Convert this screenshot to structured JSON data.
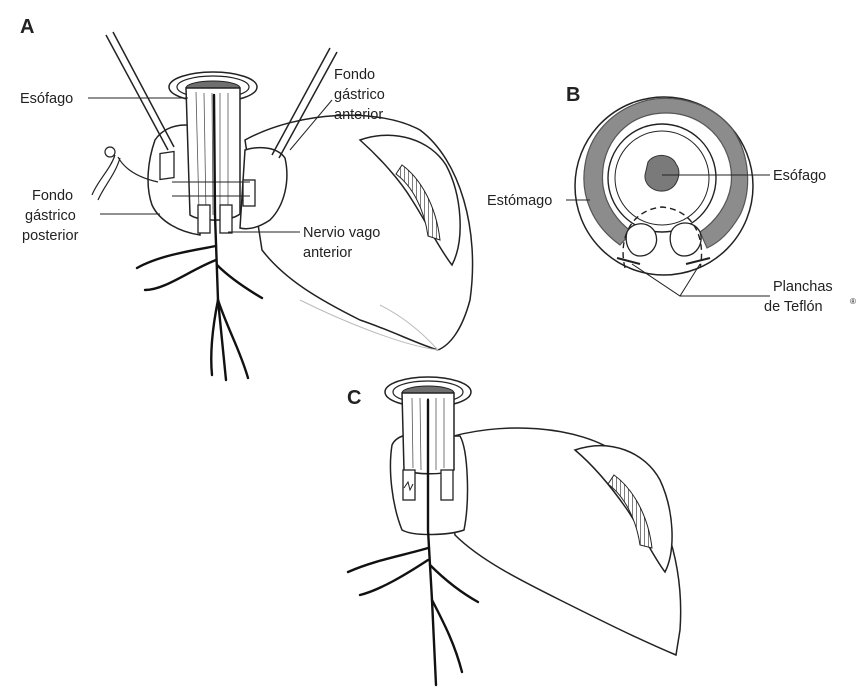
{
  "panels": {
    "a": {
      "letter": "A",
      "labels": {
        "esofago": "Esófago",
        "fondo_anterior": [
          "Fondo",
          "gástrico",
          "anterior"
        ],
        "fondo_posterior": [
          "Fondo",
          "gástrico",
          "posterior"
        ],
        "nervio_vago": [
          "Nervio vago",
          "anterior"
        ]
      }
    },
    "b": {
      "letter": "B",
      "labels": {
        "esofago": "Esófago",
        "estomago": "Estómago",
        "planchas": [
          "Planchas",
          "de Teflón"
        ],
        "registered": "®"
      }
    },
    "c": {
      "letter": "C"
    }
  },
  "colors": {
    "ink": "#222222",
    "tissue_gray": "#8a8a8a",
    "lumen_gray": "#7f7f7f",
    "shade": "#d9d9d9"
  }
}
